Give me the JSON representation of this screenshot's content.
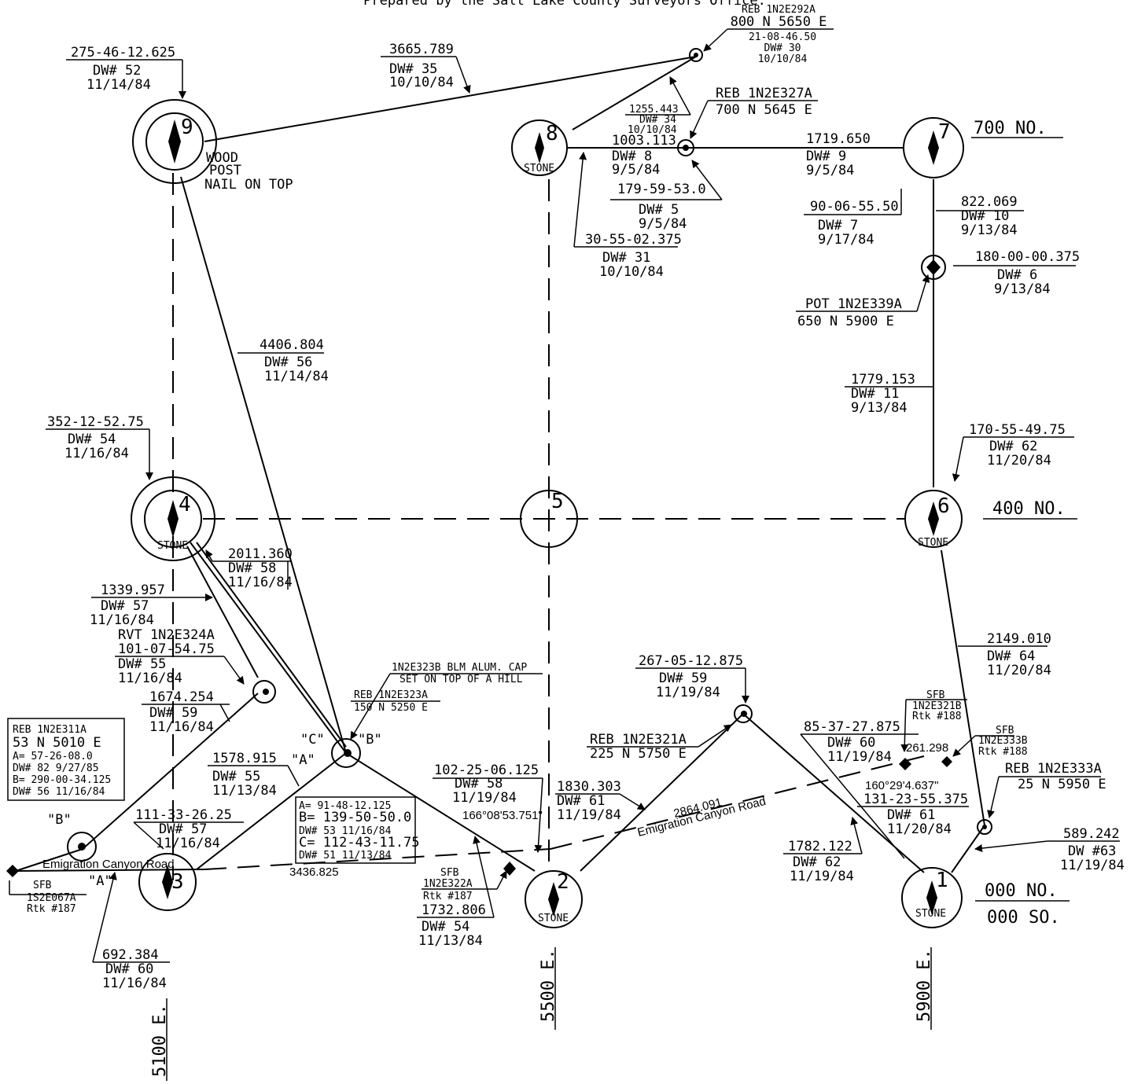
{
  "header": "Prepared by the Salt Lake County Surveyors Office.",
  "streets": {
    "no700": "700 NO.",
    "no400": "400 NO.",
    "no000": "000 NO.",
    "so000": "000 SO.",
    "e5100": "5100 E.",
    "e5500": "5500 E.",
    "e5900": "5900 E."
  },
  "corners": {
    "c1": "1",
    "c2": "2",
    "c3": "3",
    "c4": "4",
    "c5": "5",
    "c6": "6",
    "c7": "7",
    "c8": "8",
    "c9": "9",
    "stone": "STONE",
    "wood": [
      "WOOD",
      "POST",
      "NAIL ON TOP"
    ]
  },
  "labels": {
    "reb292a": [
      "REB 1N2E292A",
      "800 N 5650 E",
      "21-08-46.50",
      "DW# 30",
      "10/10/84"
    ],
    "d3665": [
      "3665.789",
      "DW# 35",
      "10/10/84"
    ],
    "a275": [
      "275-46-12.625",
      "DW# 52",
      "11/14/84"
    ],
    "d1255": [
      "1255.443",
      "DW# 34",
      "10/10/84"
    ],
    "reb327a": [
      "REB 1N2E327A",
      "700 N 5645 E"
    ],
    "d1003": [
      "1003.113",
      "DW# 8",
      "9/5/84"
    ],
    "d1719": [
      "1719.650",
      "DW# 9",
      "9/5/84"
    ],
    "a179": [
      "179-59-53.0",
      "DW# 5",
      "9/5/84"
    ],
    "a30": [
      "30-55-02.375",
      "DW# 31",
      "10/10/84"
    ],
    "a90": [
      "90-06-55.50",
      "DW# 7",
      "9/17/84"
    ],
    "d822": [
      "822.069",
      "DW# 10",
      "9/13/84"
    ],
    "a180": [
      "180-00-00.375",
      "DW# 6",
      "9/13/84"
    ],
    "pot339a": [
      "POT 1N2E339A",
      "650 N 5900 E"
    ],
    "d4406": [
      "4406.804",
      "DW# 56",
      "11/14/84"
    ],
    "d1779": [
      "1779.153",
      "DW# 11",
      "9/13/84"
    ],
    "a352": [
      "352-12-52.75",
      "DW# 54",
      "11/16/84"
    ],
    "a170": [
      "170-55-49.75",
      "DW# 62",
      "11/20/84"
    ],
    "d2011": [
      "2011.360",
      "DW# 58",
      "11/16/84"
    ],
    "d1339": [
      "1339.957",
      "DW# 57",
      "11/16/84"
    ],
    "rvt324a": [
      "RVT 1N2E324A",
      "101-07-54.75",
      "DW# 55",
      "11/16/84"
    ],
    "blm323b": [
      "1N2E323B BLM ALUM. CAP",
      "SET ON TOP OF A HILL"
    ],
    "reb323a": [
      "REB 1N2E323A",
      "150 N 5250 E"
    ],
    "d2149": [
      "2149.010",
      "DW# 64",
      "11/20/84"
    ],
    "a267": [
      "267-05-12.875",
      "DW# 59",
      "11/19/84"
    ],
    "d1674": [
      "1674.254",
      "DW# 59",
      "11/16/84"
    ],
    "box311a": [
      "REB 1N2E311A",
      "53 N 5010 E",
      "A= 57-26-08.0",
      "DW# 82 9/27/85",
      "B= 290-00-34.125",
      "DW# 56 11/16/84"
    ],
    "d1578": [
      "1578.915",
      "DW# 55",
      "11/13/84"
    ],
    "box323": [
      "A= 91-48-12.125",
      "B= 139-50-50.0",
      "DW# 53 11/16/84",
      "C= 112-43-11.75",
      "DW# 51 11/13/84"
    ],
    "a102": [
      "102-25-06.125",
      "DW# 58",
      "11/19/84"
    ],
    "reb321a": [
      "REB 1N2E321A",
      "225 N 5750 E"
    ],
    "d1830": [
      "1830.303",
      "DW# 61",
      "11/19/84"
    ],
    "a85": [
      "85-37-27.875",
      "DW# 60",
      "11/19/84"
    ],
    "sfb321b": [
      "SFB",
      "1N2E321B",
      "Rtk #188"
    ],
    "sfb333b": [
      "SFB",
      "1N2E333B",
      "Rtk #188"
    ],
    "reb333a": [
      "REB 1N2E333A",
      "25 N 5950 E"
    ],
    "a131": [
      "131-23-55.375",
      "DW# 61",
      "11/20/84"
    ],
    "d261": "261.298",
    "ang160": "160°29'4.637\"",
    "ang166": "166°08'53.751\"",
    "d2864": "2864.091",
    "road": "Emigration Canyon Road",
    "a111": [
      "111-33-26.25",
      "DW# 57",
      "11/16/84"
    ],
    "d3436": "3436.825",
    "sfb322a": [
      "SFB",
      "1N2E322A",
      "Rtk #187"
    ],
    "d1732": [
      "1732.806",
      "DW# 54",
      "11/13/84"
    ],
    "d1782": [
      "1782.122",
      "DW# 62",
      "11/19/84"
    ],
    "d589": [
      "589.242",
      "DW #63",
      "11/19/84"
    ],
    "sfb067a": [
      "SFB",
      "1S2E067A",
      "Rtk #187"
    ],
    "d692": [
      "692.384",
      "DW# 60",
      "11/16/84"
    ],
    "qA": "\"A\"",
    "qB": "\"B\"",
    "qC": "\"C\""
  }
}
